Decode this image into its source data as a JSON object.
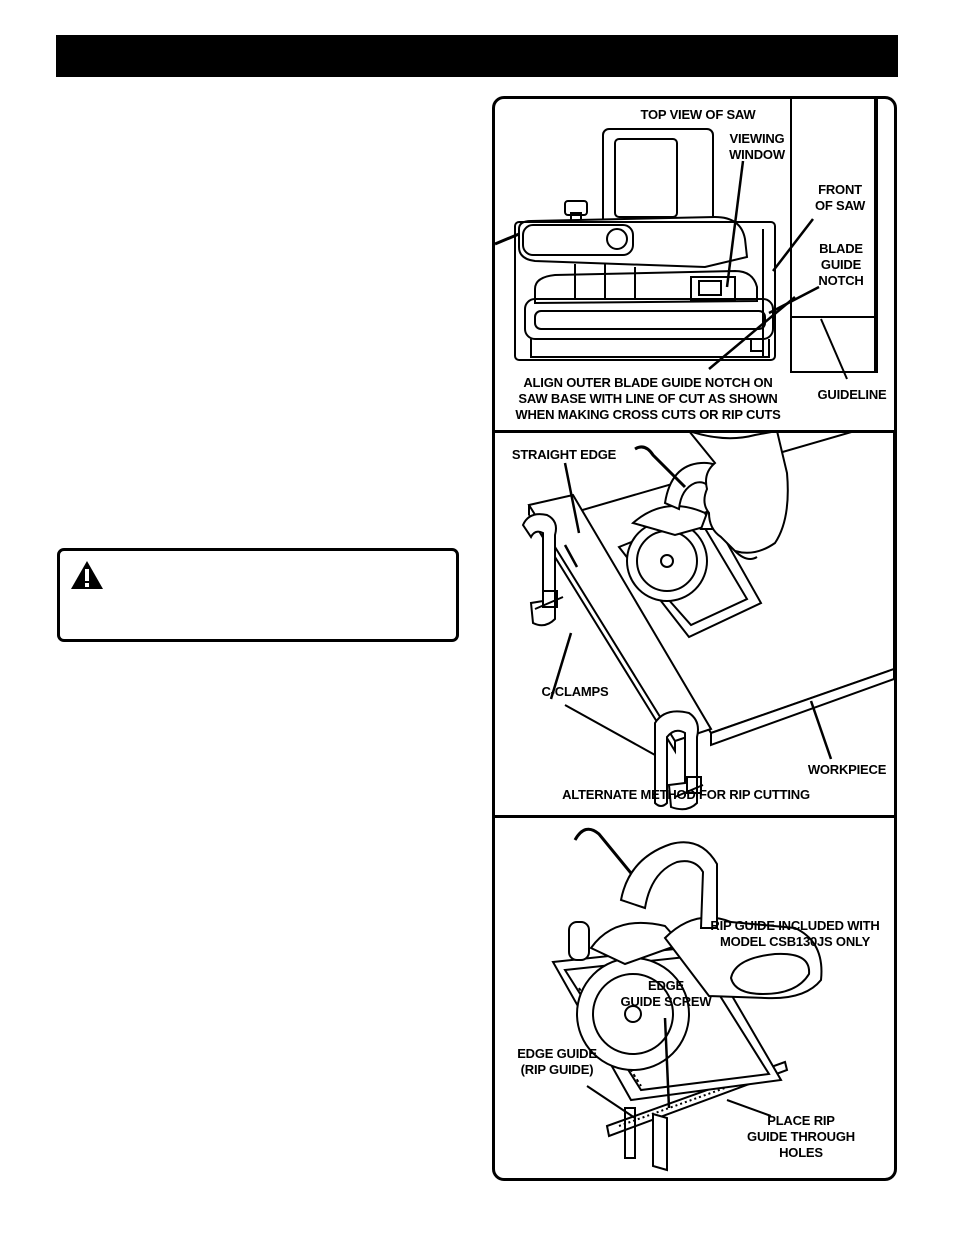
{
  "header": {
    "title": ""
  },
  "warning": {
    "icon": "warning-triangle-icon",
    "text": ""
  },
  "figures": {
    "top_view": {
      "title": "TOP VIEW OF SAW",
      "viewing_window": "VIEWING\nWINDOW",
      "front_of_saw": "FRONT\nOF SAW",
      "blade_guide_notch": "BLADE\nGUIDE\nNOTCH",
      "align_instruction": "ALIGN OUTER BLADE GUIDE NOTCH ON\nSAW BASE WITH LINE OF CUT AS SHOWN\nWHEN MAKING CROSS CUTS OR RIP CUTS",
      "guideline": "GUIDELINE"
    },
    "rip_cutting": {
      "straight_edge": "STRAIGHT EDGE",
      "c_clamps": "C-CLAMPS",
      "workpiece": "WORKPIECE",
      "caption": "ALTERNATE METHOD FOR RIP CUTTING"
    },
    "rip_guide": {
      "note": "RIP GUIDE INCLUDED WITH\nMODEL CSB130JS ONLY",
      "edge_guide_screw": "EDGE\nGUIDE SCREW",
      "edge_guide": "EDGE GUIDE\n(RIP GUIDE)",
      "place_rip_guide": "PLACE RIP\nGUIDE THROUGH\nHOLES"
    }
  }
}
